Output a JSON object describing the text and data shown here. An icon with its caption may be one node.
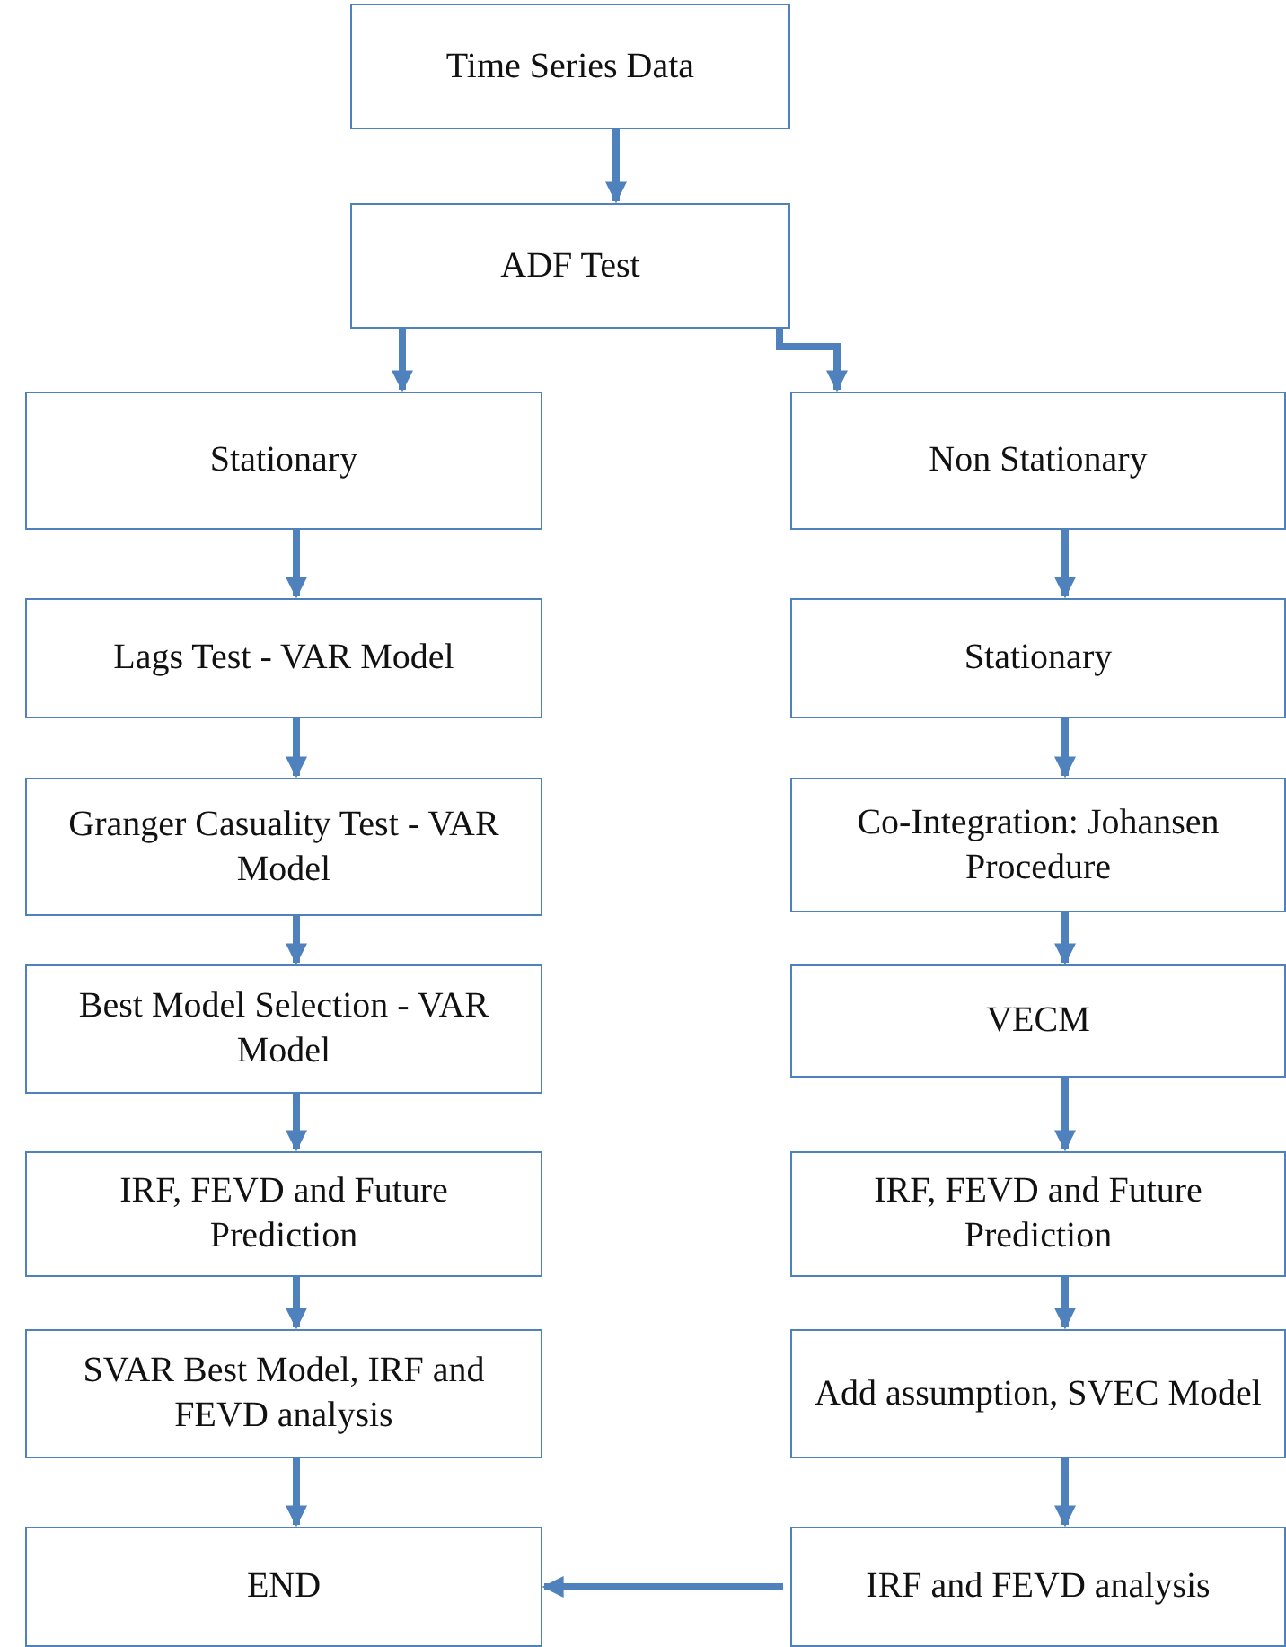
{
  "diagram": {
    "nodes": [
      {
        "text": [
          "Time Series Data"
        ]
      },
      {
        "text": [
          "ADF Test"
        ]
      },
      {
        "text": [
          "Stationary"
        ]
      },
      {
        "text": [
          "Non Stationary"
        ]
      },
      {
        "text": [
          "Lags Test - VAR Model"
        ]
      },
      {
        "text": [
          "Stationary"
        ]
      },
      {
        "text": [
          "Granger Casuality Test - VAR Model"
        ]
      },
      {
        "text": [
          "Co-Integration: Johansen Procedure"
        ]
      },
      {
        "text": [
          "Best Model Selection - VAR Model"
        ]
      },
      {
        "text": [
          "VECM"
        ]
      },
      {
        "text": [
          "IRF, FEVD and Future Prediction"
        ]
      },
      {
        "text": [
          "IRF, FEVD and Future Prediction"
        ]
      },
      {
        "text": [
          "SVAR Best Model, IRF and FEVD analysis"
        ]
      },
      {
        "text": [
          "Add assumption, SVEC Model"
        ]
      },
      {
        "text": [
          "END"
        ]
      },
      {
        "text": [
          "IRF and FEVD analysis"
        ]
      }
    ],
    "edges": [
      {
        "from": 0,
        "to": 1,
        "arrow": "to"
      },
      {
        "from": 1,
        "to": 2,
        "arrow": "to"
      },
      {
        "from": 1,
        "to": 3,
        "arrow": "to"
      },
      {
        "from": 2,
        "to": 4,
        "arrow": "to"
      },
      {
        "from": 4,
        "to": 6,
        "arrow": "to"
      },
      {
        "from": 6,
        "to": 8,
        "arrow": "to"
      },
      {
        "from": 8,
        "to": 10,
        "arrow": "to"
      },
      {
        "from": 10,
        "to": 12,
        "arrow": "to"
      },
      {
        "from": 12,
        "to": 14,
        "arrow": "to"
      },
      {
        "from": 3,
        "to": 5,
        "arrow": "to"
      },
      {
        "from": 5,
        "to": 7,
        "arrow": "to"
      },
      {
        "from": 7,
        "to": 9,
        "arrow": "to"
      },
      {
        "from": 9,
        "to": 11,
        "arrow": "to"
      },
      {
        "from": 11,
        "to": 13,
        "arrow": "to"
      },
      {
        "from": 13,
        "to": 15,
        "arrow": "to"
      },
      {
        "from": 15,
        "to": 14,
        "arrow": "to"
      }
    ]
  }
}
